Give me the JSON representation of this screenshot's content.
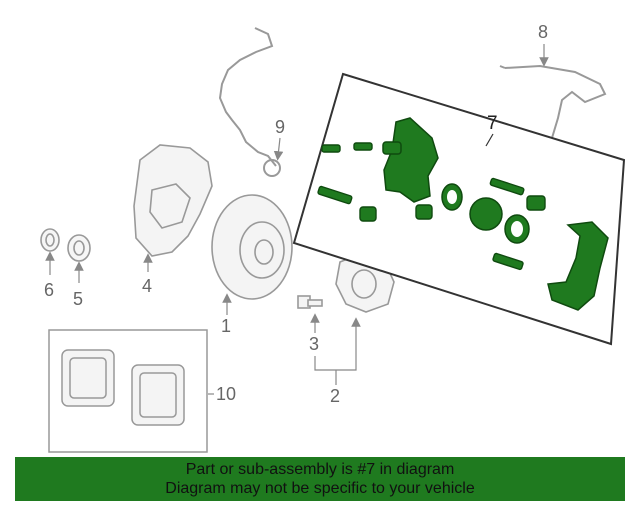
{
  "callouts": {
    "c1": "1",
    "c2": "2",
    "c3": "3",
    "c4": "4",
    "c5": "5",
    "c6": "6",
    "c7": "7",
    "c8": "8",
    "c9": "9",
    "c10": "10"
  },
  "banner": {
    "line1": "Part or sub-assembly is #7 in diagram",
    "line2": "Diagram may not be specific to your vehicle"
  },
  "colors": {
    "highlight": "#1f7a1f",
    "line_art": "#888888"
  }
}
